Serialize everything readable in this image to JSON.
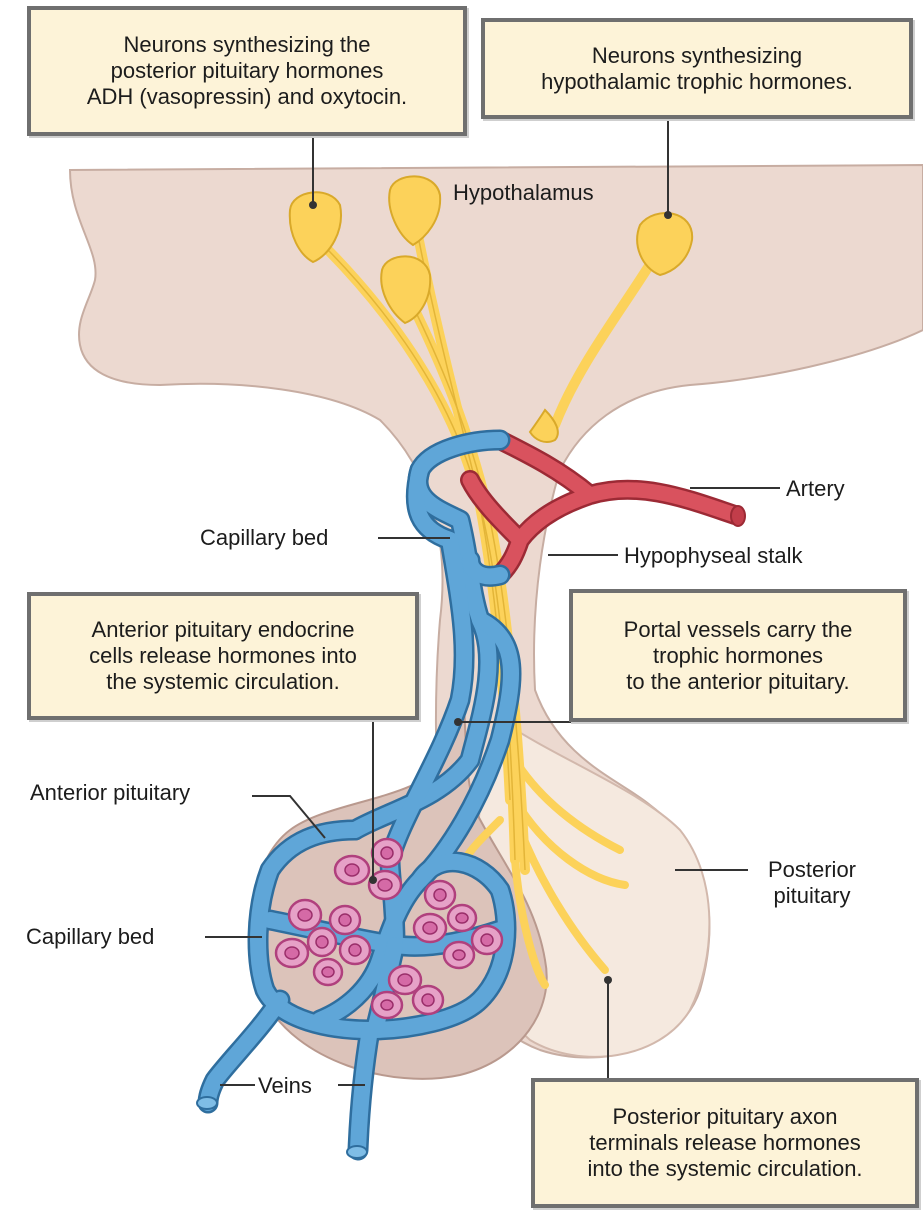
{
  "callouts": {
    "posterior_neurons": [
      "Neurons synthesizing the",
      "posterior pituitary hormones",
      "ADH (vasopressin) and oxytocin."
    ],
    "trophic_neurons": [
      "Neurons synthesizing",
      "hypothalamic trophic hormones."
    ],
    "anterior_cells": [
      "Anterior pituitary endocrine",
      "cells release hormones into",
      "the systemic circulation."
    ],
    "portal_vessels": [
      "Portal vessels carry the",
      "trophic hormones",
      "to the anterior pituitary."
    ],
    "axon_terminals": [
      "Posterior pituitary axon",
      "terminals release hormones",
      "into the systemic circulation."
    ]
  },
  "labels": {
    "hypothalamus": "Hypothalamus",
    "artery": "Artery",
    "capillary_bed_upper": "Capillary bed",
    "hypophyseal_stalk": "Hypophyseal stalk",
    "anterior_pituitary": "Anterior pituitary",
    "posterior_pituitary": [
      "Posterior",
      "pituitary"
    ],
    "capillary_bed_lower": "Capillary bed",
    "veins": "Veins"
  },
  "colors": {
    "tissue": "#e8d3cc",
    "tissue_light": "#f3e6dc",
    "tissue_outline": "#c9aea3",
    "neuron": "#fcd25a",
    "neuron_outline": "#d9a92a",
    "vein": "#5fa6d8",
    "vein_outline": "#2f6e9e",
    "artery": "#d9525e",
    "artery_outline": "#9c2a35",
    "cell": "#e6a1c7",
    "cell_outline": "#b0407d",
    "callout_bg": "#fdf3d8",
    "callout_border": "#6f6f6f"
  }
}
